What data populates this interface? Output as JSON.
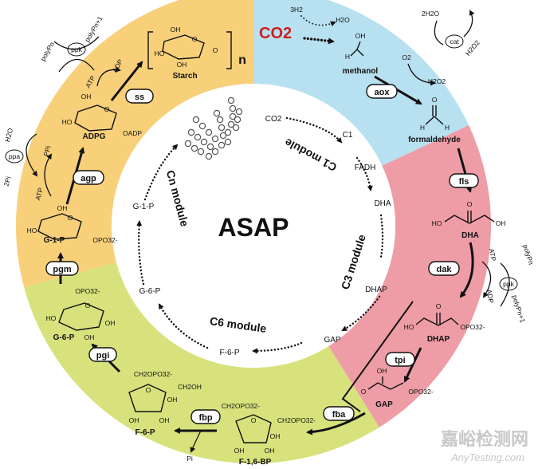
{
  "title": "ASAP",
  "modules": {
    "c1": "C1 module",
    "c3": "C3 module",
    "c6": "C6 module",
    "cn": "Cn module"
  },
  "colors": {
    "c1_sector": "#b7e0f0",
    "c3_sector": "#ee9ca6",
    "c6_sector": "#d7e27c",
    "cn_sector": "#f8d07a",
    "co2_red": "#cc1f1f"
  },
  "inner_cycle": {
    "co2": "CO2",
    "c1": "C1",
    "fadh": "FADH",
    "dha": "DHA",
    "dhap": "DHAP",
    "gap": "GAP",
    "f6p": "F-6-P",
    "g6p": "G-6-P",
    "g1p": "G-1-P"
  },
  "enzymes": [
    "aox",
    "fls",
    "dak",
    "tpi",
    "fba",
    "fbp",
    "pgi",
    "pgm",
    "agp",
    "ss"
  ],
  "cofactor_enzymes": {
    "cat": "cat",
    "ppk_right": "ppk",
    "ppk_left": "ppk",
    "ppa": "ppa"
  },
  "metabolites": {
    "co2_red": "CO2",
    "three_h2": "3H2",
    "h2o_top": "H2O",
    "methanol": "methanol",
    "two_h2o": "2H2O",
    "h2o2_a": "H2O2",
    "o2": "O2",
    "h2o2_b": "H2O2",
    "formaldehyde": "formaldehyde",
    "dha": "DHA",
    "dhap": "DHAP",
    "gap": "GAP",
    "f16bp": "F-1,6-BP",
    "f6p": "F-6-P",
    "pi": "Pi",
    "g6p": "G-6-P",
    "g1p": "G-1-P",
    "adpg": "ADPG",
    "oadp": "OADP",
    "starch": "Starch",
    "n": "n",
    "atp_r": "ATP",
    "adp_r": "ADP",
    "polyp_n_r": "polyPn",
    "polyp_n1_r": "polyPn+1",
    "atp_l": "ATP",
    "ppi": "PPi",
    "h2o_l": "H2O",
    "two_pi": "2Pi",
    "atp_ss": "ATP",
    "adp_ss": "ADP",
    "polyp_n_l": "polyPn",
    "polyp_n1_l": "polyPn+1"
  },
  "struct_labels": {
    "oh": "OH",
    "o": "O",
    "ho": "HO",
    "opo3": "OPO32-",
    "ch2opo3": "CH2OPO32-",
    "ch2oh": "CH2OH",
    "h": "H"
  },
  "watermark": {
    "cn": "嘉峪检测网",
    "en": "AnyTesting.com"
  }
}
